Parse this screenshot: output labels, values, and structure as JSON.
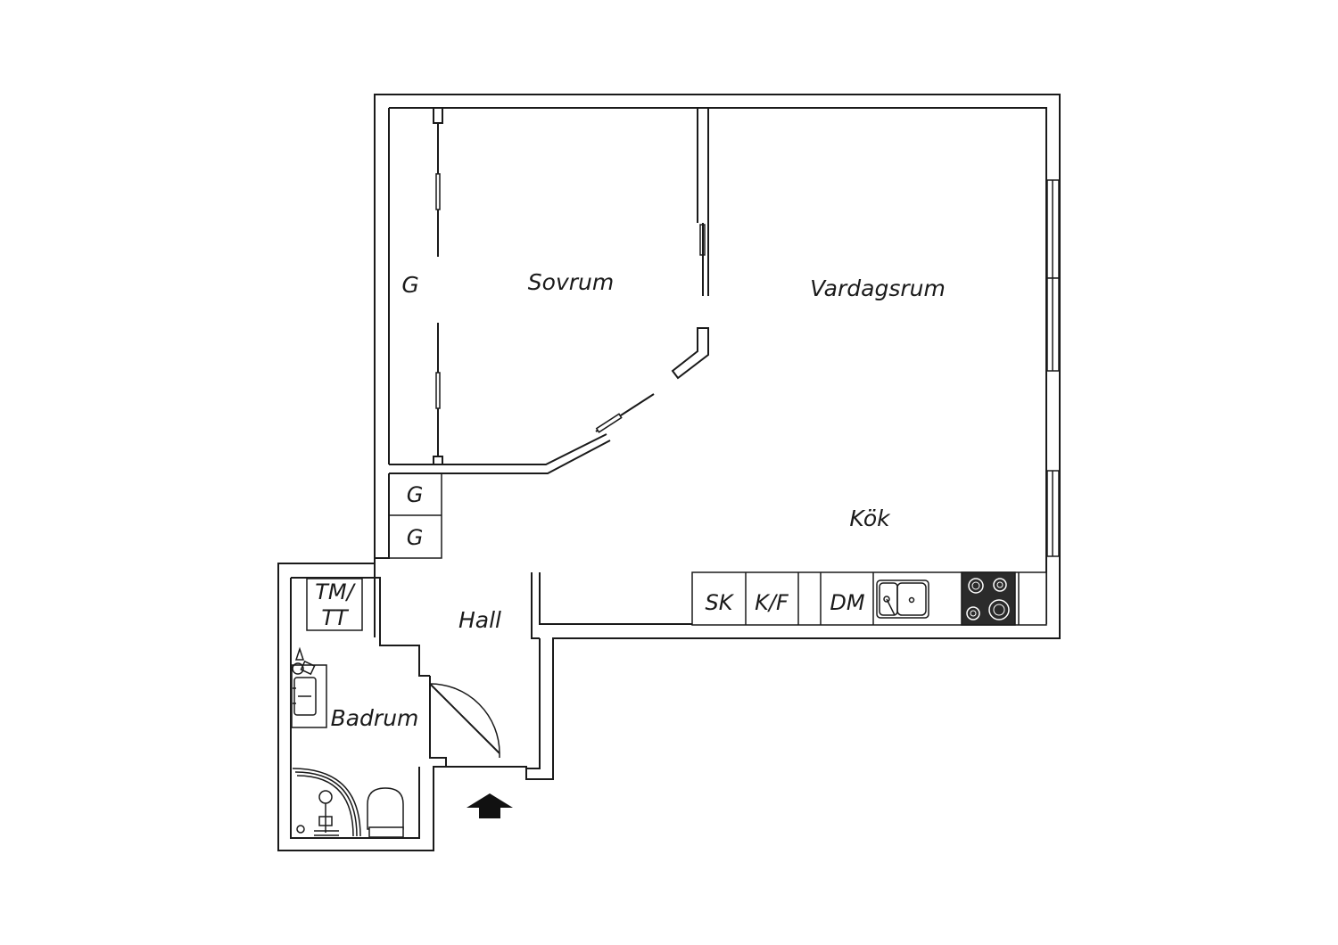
{
  "rooms": {
    "sovrum": "Sovrum",
    "vardagsrum": "Vardagsrum",
    "kok": "Kök",
    "hall": "Hall",
    "badrum": "Badrum"
  },
  "storage": {
    "closet_bedroom": "G",
    "closet_hall_1": "G",
    "closet_hall_2": "G"
  },
  "laundry": {
    "line1": "TM/",
    "line2": "TT"
  },
  "kitchen_units": {
    "fridge": "SK",
    "freezer": "K/F",
    "dishwasher": "DM"
  },
  "colors": {
    "wall": "#1a1a1a",
    "background": "#ffffff",
    "stove": "#2b2b2b"
  },
  "icons": {
    "entrance": "entrance-arrow-icon",
    "stove": "stove-icon",
    "sink": "sink-icon",
    "toilet": "toilet-icon",
    "shower": "shower-icon",
    "washbasin": "washbasin-icon"
  }
}
